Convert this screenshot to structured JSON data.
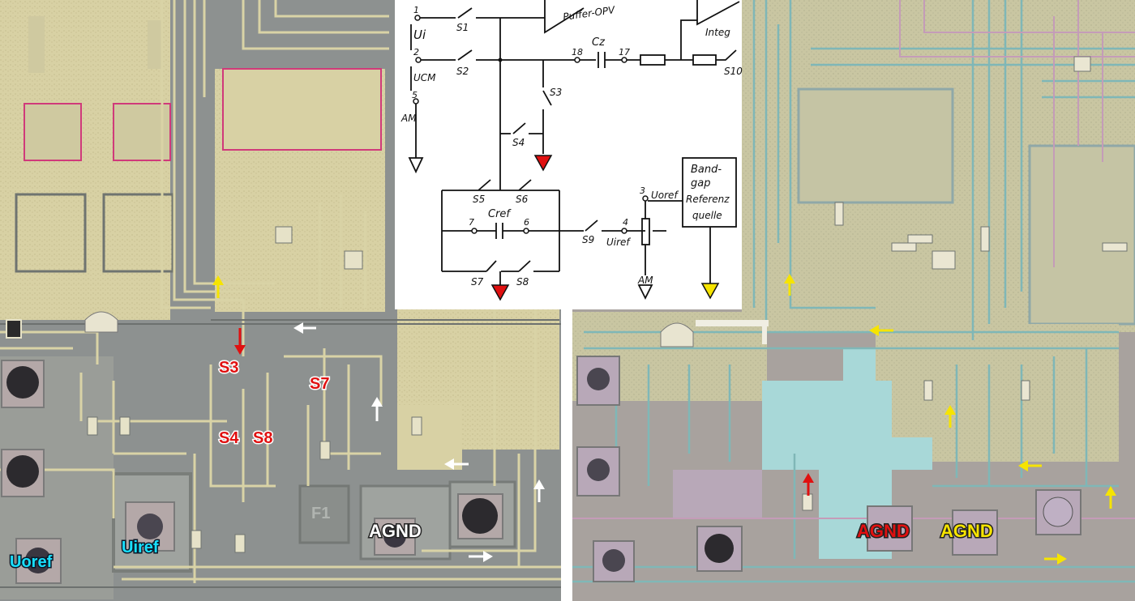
{
  "schematic": {
    "pins": [
      "1",
      "2",
      "5",
      "18",
      "17",
      "3",
      "7",
      "6",
      "4"
    ],
    "signals": {
      "ui": "Ui",
      "ucm": "UCM",
      "am_top": "AM",
      "am_bottom": "AM",
      "uoref": "Uoref",
      "uiref": "Uiref"
    },
    "switches": [
      "S1",
      "S2",
      "S3",
      "S4",
      "S5",
      "S6",
      "S7",
      "S8",
      "S9",
      "S10"
    ],
    "components": {
      "cz": "Cz",
      "cref": "Cref",
      "buffer": "Puffer-OPV",
      "integrator": "Integ",
      "bandgap_lines": [
        "Band-",
        "gap",
        "Referenz",
        "quelle"
      ]
    }
  },
  "die_left": {
    "labels": {
      "s3": "S3",
      "s7": "S7",
      "s4": "S4",
      "s8": "S8",
      "uoref": "Uoref",
      "uiref": "Uiref",
      "agnd": "AGND",
      "f1": "F1"
    }
  },
  "die_right": {
    "labels": {
      "agnd_red": "AGND",
      "agnd_yellow": "AGND"
    }
  },
  "colors": {
    "red": "#e01010",
    "yellow": "#f6e400",
    "white": "#ffffff",
    "cyan": "#18e0ff",
    "metal": "#d7d0a2",
    "oxide": "#8a8f8f",
    "pad": "#b8a8b8"
  }
}
